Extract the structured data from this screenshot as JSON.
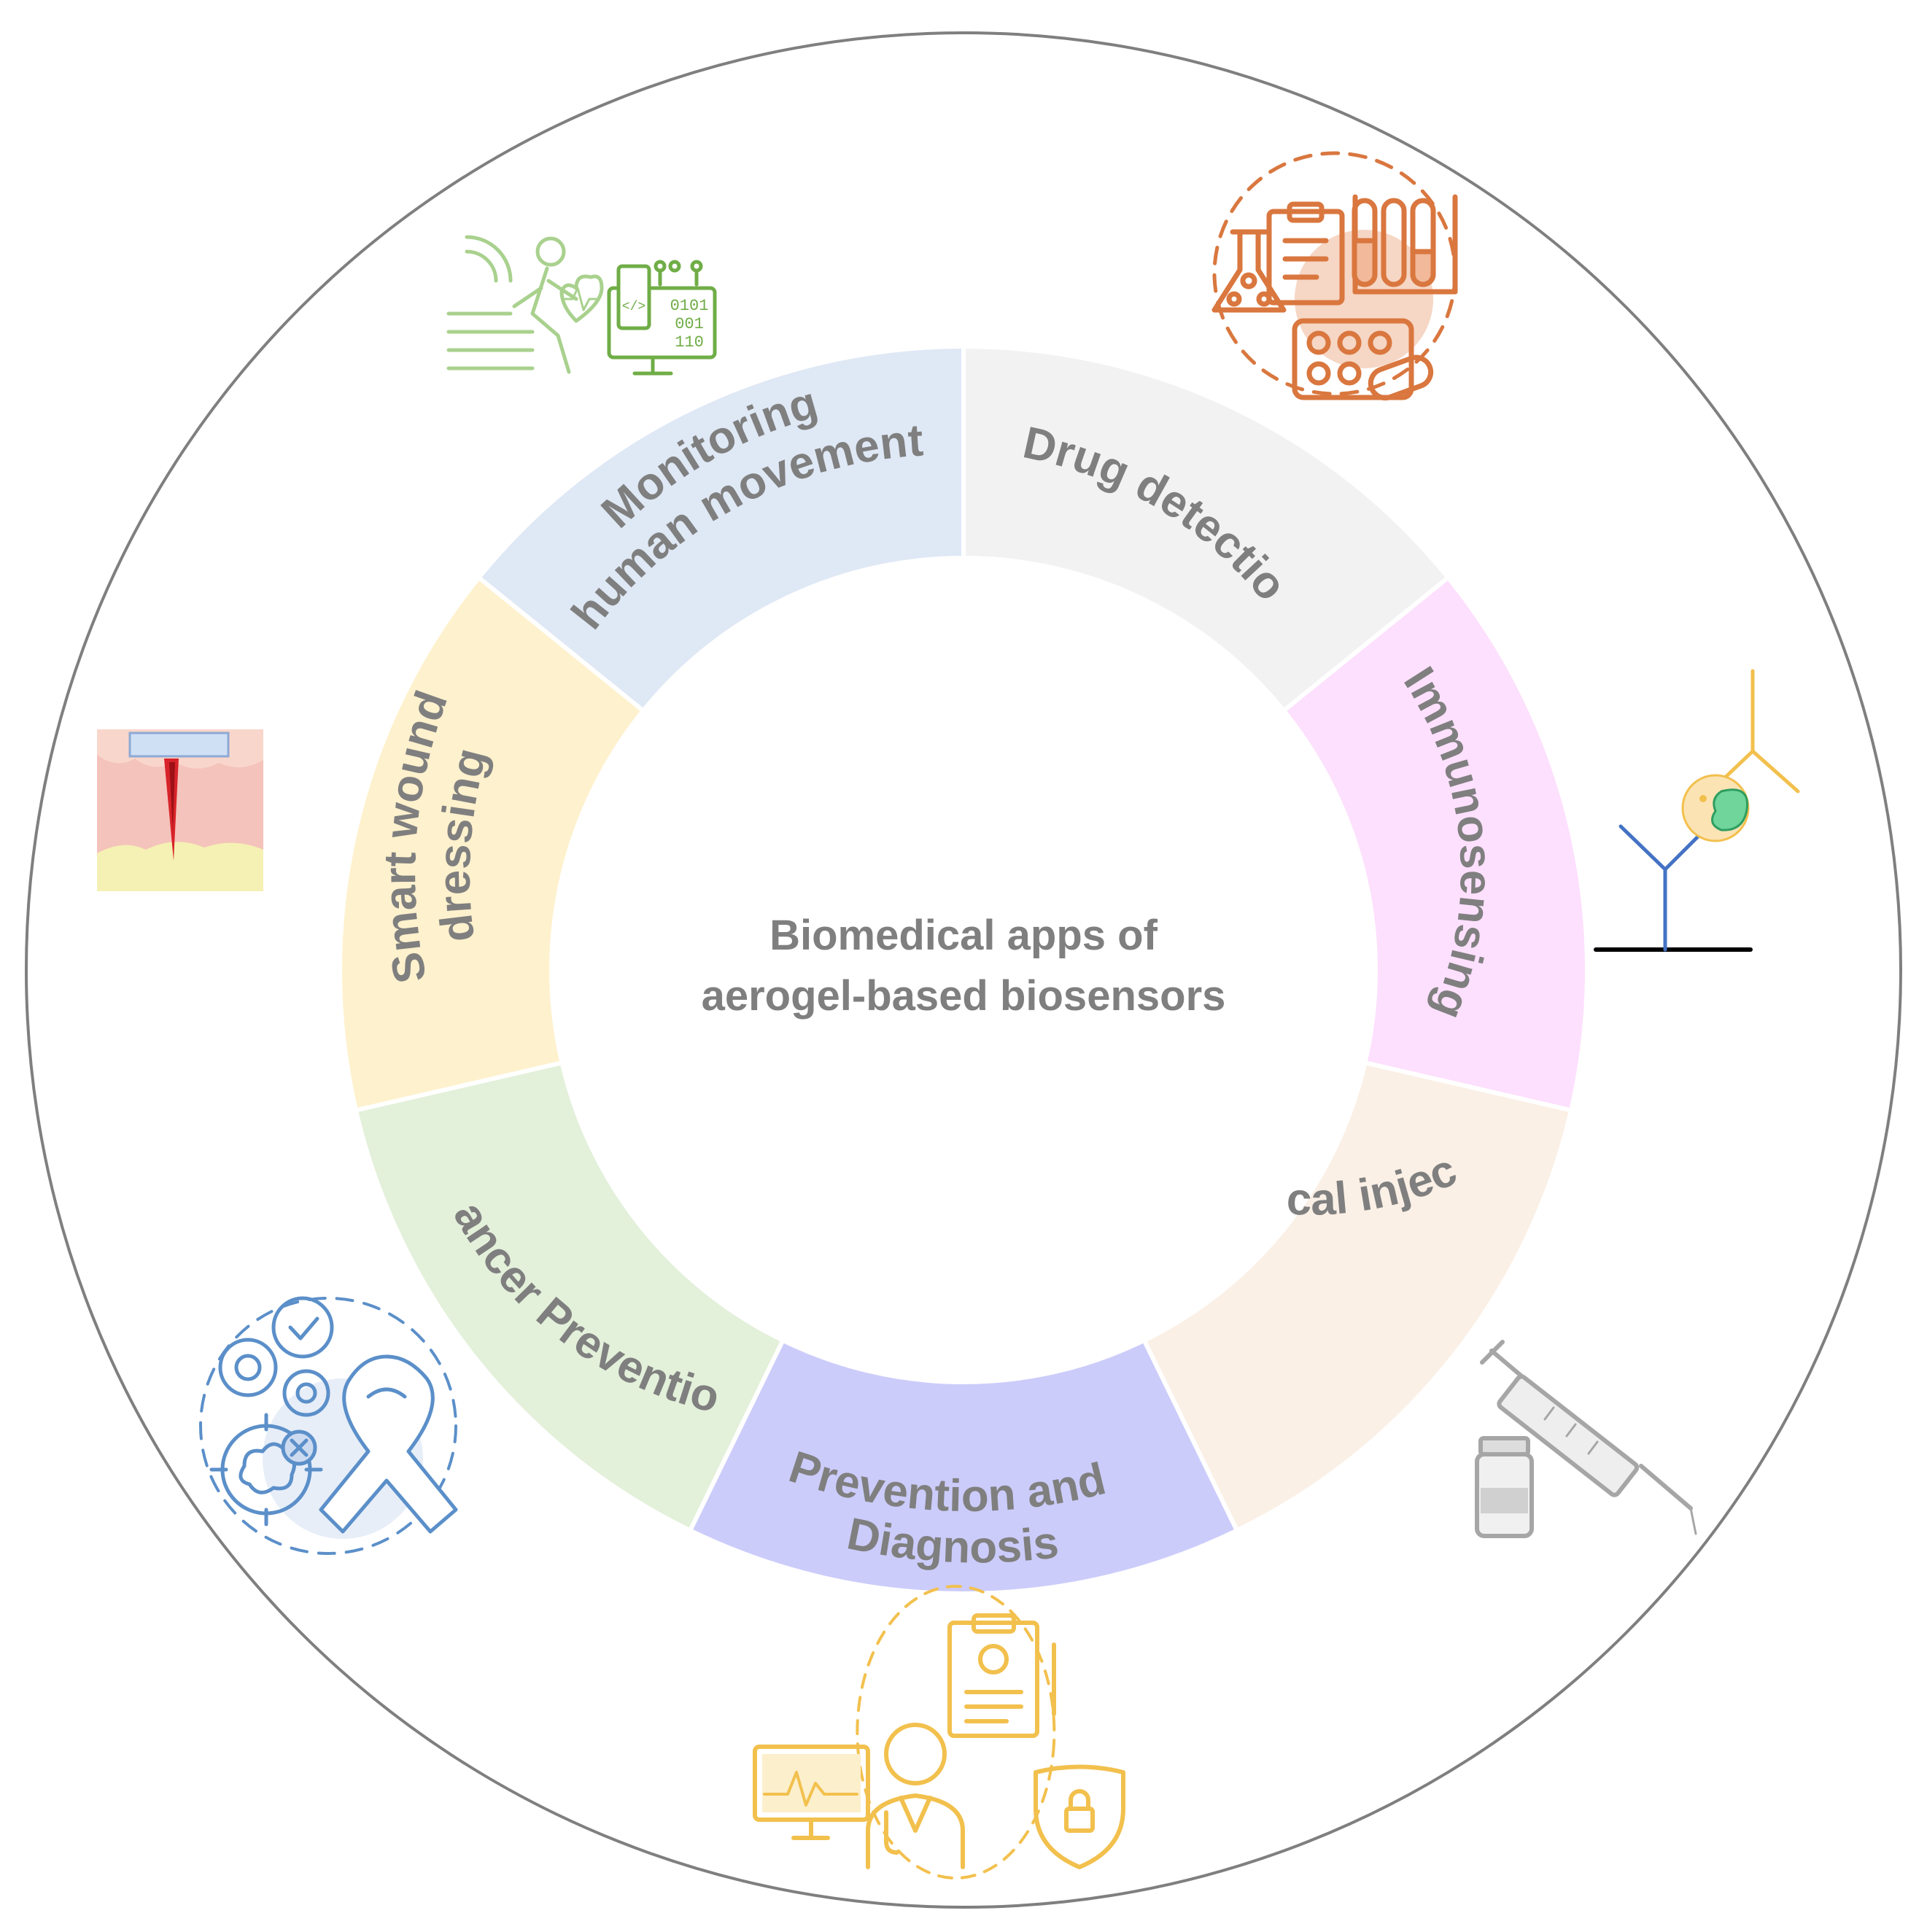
{
  "center": {
    "line1": "Biomedical apps of",
    "line2": "aerogel-based biosensors"
  },
  "segments": [
    {
      "id": "drug",
      "lines": [
        "Drug detection"
      ],
      "color": "#f2f2f2"
    },
    {
      "id": "immuno",
      "lines": [
        "Immunosensing"
      ],
      "color": "#fde0fd"
    },
    {
      "id": "injection",
      "lines": [
        "Medical injections"
      ],
      "color": "#fbf0e6"
    },
    {
      "id": "diagnosis",
      "lines": [
        "Prevention and",
        "Diagnosis"
      ],
      "color": "#ccccfb"
    },
    {
      "id": "cancer",
      "lines": [
        "Cancer Prevention"
      ],
      "color": "#e3f0da"
    },
    {
      "id": "wound",
      "lines": [
        "Smart wound",
        "dressing"
      ],
      "color": "#fef1cd"
    },
    {
      "id": "movement",
      "lines": [
        "Monitoring",
        "human movement"
      ],
      "color": "#dfe8f5"
    }
  ],
  "icons": [
    {
      "name": "lab-analysis-icon",
      "color": "#d9773f"
    },
    {
      "name": "antibody-icon",
      "color": "#4472c4"
    },
    {
      "name": "syringe-vial-icon",
      "color": "#a6a6a6"
    },
    {
      "name": "doctor-monitor-icon",
      "color": "#f2c04d"
    },
    {
      "name": "cancer-ribbon-icon",
      "color": "#5b8fc9"
    },
    {
      "name": "wound-dressing-icon",
      "color": "#e8a39b"
    },
    {
      "name": "motion-monitoring-icon",
      "color": "#70ad47"
    }
  ]
}
